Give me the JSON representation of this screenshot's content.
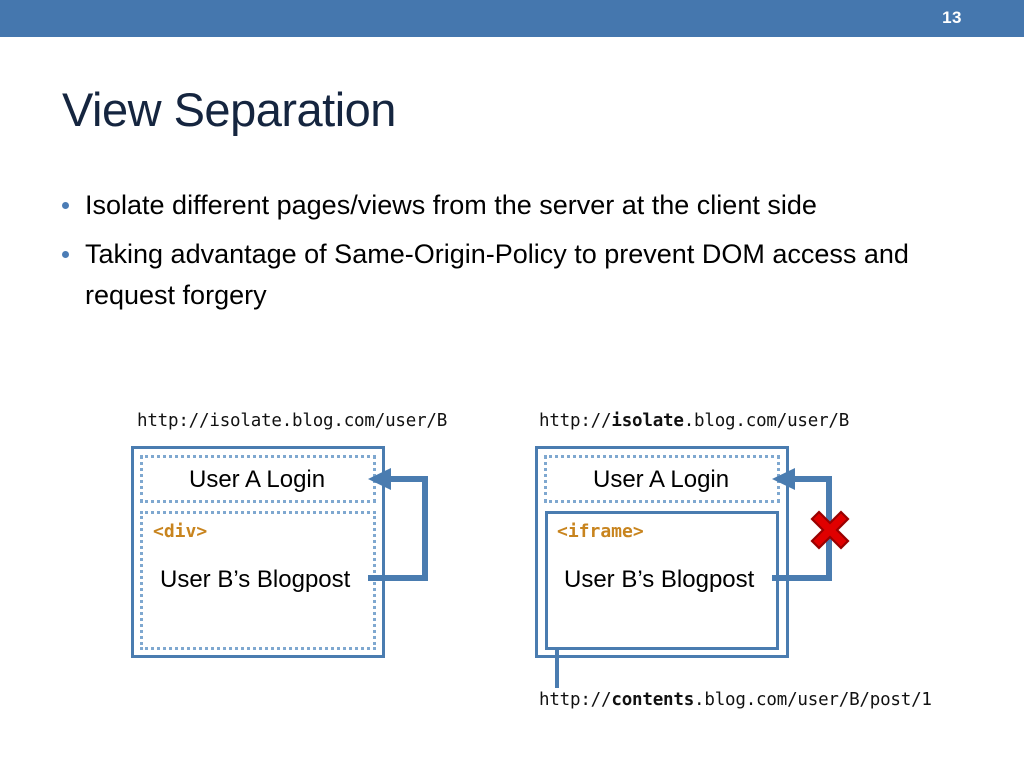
{
  "header": {
    "page_number": "13",
    "bar_color": "#4577ae"
  },
  "title": "View Separation",
  "bullets": [
    "Isolate different pages/views from the server at the client side",
    "Taking advantage of Same-Origin-Policy to prevent DOM access and request forgery"
  ],
  "diagram": {
    "left": {
      "url_prefix": "http://",
      "url_bold": "",
      "url_plain": "isolate.blog.com/user/B",
      "url_full": "http://isolate.blog.com/user/B",
      "login_box_label": "User A Login",
      "content_tag": "<div>",
      "content_label": "User B’s Blogpost",
      "blocked": false
    },
    "right": {
      "url_prefix": "http://",
      "url_bold": "isolate",
      "url_plain": ".blog.com/user/B",
      "url_full": "http://isolate.blog.com/user/B",
      "login_box_label": "User A Login",
      "content_tag": "<iframe>",
      "content_label": "User B’s Blogpost",
      "blocked": true,
      "callout_prefix": "http://",
      "callout_bold": "contents",
      "callout_plain": ".blog.com/user/B/post/1",
      "callout_full": "http://contents.blog.com/user/B/post/1"
    }
  },
  "colors": {
    "accent_blue": "#4a7cb0",
    "dotted_blue": "#7fa8d0",
    "tag_orange": "#c8841e",
    "block_red": "#e00000",
    "title_navy": "#15253f"
  }
}
